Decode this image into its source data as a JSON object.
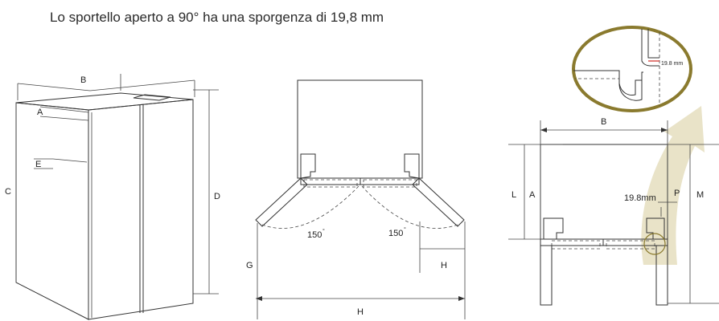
{
  "caption": "Lo sportello aperto a 90° ha una sporgenza di 19,8 mm",
  "fig1": {
    "label_b": "B",
    "label_a": "A",
    "label_e": "E",
    "label_c": "C",
    "label_d": "D"
  },
  "fig2": {
    "angle_left": "150",
    "angle_right": "150",
    "label_g": "G",
    "label_h_small": "H",
    "label_h": "H",
    "degree_mark": "°"
  },
  "fig3": {
    "label_b": "B",
    "label_l": "L",
    "label_a": "A",
    "label_p": "P",
    "label_m": "M",
    "dim_text": "19.8mm",
    "zoom_text": "19.8 mm"
  },
  "colors": {
    "zoom_ring": "#8a7a2e",
    "arrow_fill": "#e9e3c8",
    "red_mark": "#d0302a"
  }
}
